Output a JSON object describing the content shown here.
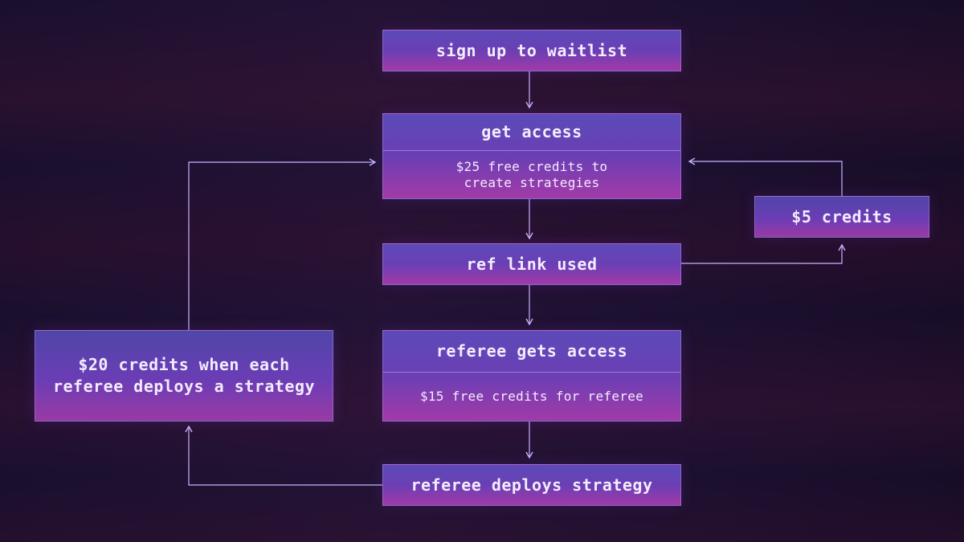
{
  "nodes": {
    "waitlist": {
      "label": "sign up to waitlist"
    },
    "get_access": {
      "label": "get access",
      "detail_line1": "$25 free credits to",
      "detail_line2": "create strategies"
    },
    "five_credits": {
      "label": "$5 credits"
    },
    "ref_link": {
      "label": "ref link used"
    },
    "referee_access": {
      "label": "referee gets access",
      "detail": "$15 free credits for referee"
    },
    "twenty_credits": {
      "label_line1": "$20 credits when each",
      "label_line2": "referee deploys a strategy"
    },
    "referee_deploys": {
      "label": "referee deploys strategy"
    }
  },
  "colors": {
    "line": "#c8b4ff",
    "box_top": "#5c4ab8",
    "box_bottom": "#a23aa8"
  }
}
